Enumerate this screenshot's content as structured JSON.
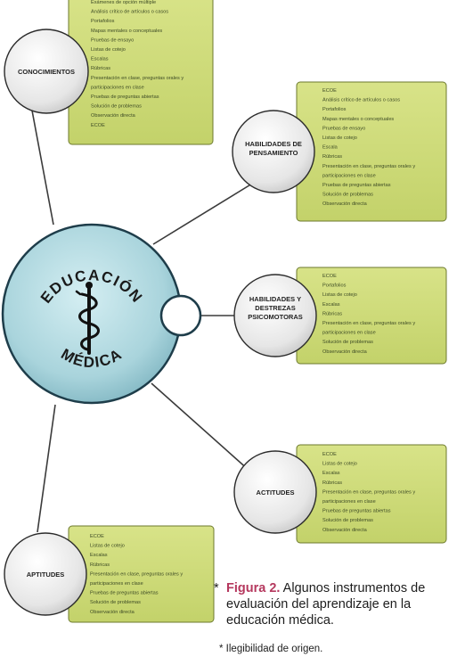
{
  "diagram": {
    "center": {
      "line1": "EDUCACIÓN",
      "line2": "MÉDICA"
    },
    "nodes": [
      {
        "label": [
          "CONOCIMIENTOS"
        ],
        "items": [
          "Exámenes de opción múltiple",
          "Análisis crítico de artículos o casos",
          "Portafolios",
          "Mapas mentales o conceptuales",
          "Pruebas de ensayo",
          "Listas de cotejo",
          "Escalas",
          "Rúbricas",
          "Presentación en clase, preguntas orales y",
          "participaciones en clase",
          "Pruebas de preguntas abiertas",
          "Solución de problemas",
          "Observación directa",
          "ECOE"
        ]
      },
      {
        "label": [
          "HABILIDADES DE",
          "PENSAMIENTO"
        ],
        "items": [
          "ECOE",
          "Análisis crítico de artículos o casos",
          "Portafolios",
          "Mapas mentales o conceptuales",
          "Pruebas de ensayo",
          "Listas de cotejo",
          "Escala",
          "Rúbricas",
          "Presentación en clase, preguntas orales y",
          "participaciones en clase",
          "Pruebas de preguntas abiertas",
          "Solución de problemas",
          "Observación directa"
        ]
      },
      {
        "label": [
          "HABILIDADES Y",
          "DESTREZAS",
          "PSICOMOTORAS"
        ],
        "items": [
          "ECOE",
          "Portafolios",
          "Listas de cotejo",
          "Escalas",
          "Rúbricas",
          "Presentación en clase, preguntas orales y",
          "participaciones en clase",
          "Solución de problemas",
          "Observación directa"
        ]
      },
      {
        "label": [
          "ACTITUDES"
        ],
        "items": [
          "ECOE",
          "Listas de cotejo",
          "Escalas",
          "Rúbricas",
          "Presentación en clase, preguntas orales y",
          "participaciones en clase",
          "Pruebas de preguntas abiertas",
          "Solución de problemas",
          "Observación directa"
        ]
      },
      {
        "label": [
          "APTITUDES"
        ],
        "items": [
          "ECOE",
          "Listas de cotejo",
          "Escalas",
          "Rúbricas",
          "Presentación en clase, preguntas orales y",
          "participaciones en clase",
          "Pruebas de preguntas abiertas",
          "Solución de problemas",
          "Observación directa"
        ]
      }
    ],
    "colors": {
      "center_fill": "#a9d4dc",
      "center_stroke": "#1e3d4a",
      "node_fill": "#e8e8e8",
      "box_fill": "#cfdc7c",
      "box_stroke": "#6d7a2e",
      "caption_accent": "#b5385e"
    }
  },
  "caption": {
    "star": "*",
    "figure_label": "Figura 2.",
    "text": "Algunos instrumentos de evaluación del aprendizaje en la educación médica."
  },
  "footnote": "* Ilegibilidad de origen."
}
